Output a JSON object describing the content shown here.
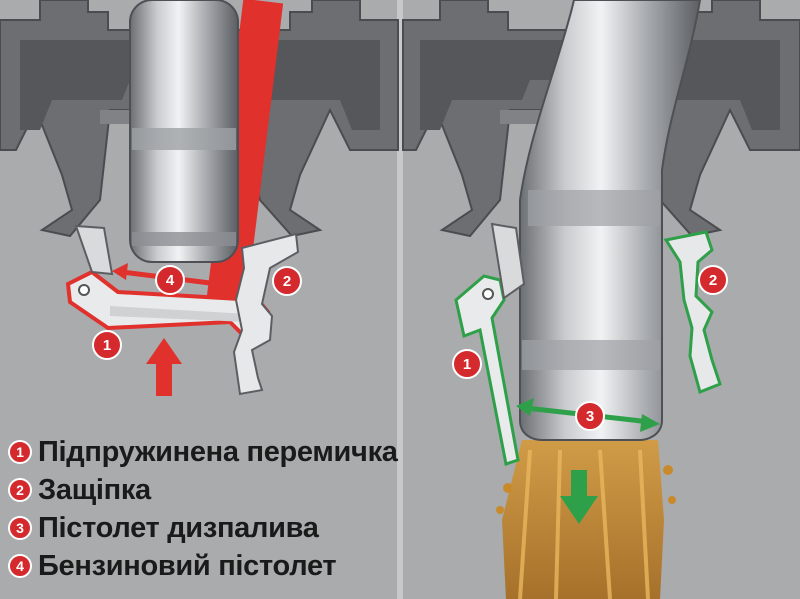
{
  "colors": {
    "background": "#a9abad",
    "housing_dark": "#5f6164",
    "housing_mid": "#8b8d90",
    "marker_red": "#d42a2e",
    "highlight_red": "#e0312d",
    "highlight_green": "#2fa04a",
    "fuel_amber": "#c98a2b"
  },
  "left_panel": {
    "markers": [
      "1",
      "2",
      "4"
    ],
    "description_icons": [
      "nozzle-icon",
      "spring-flap-icon",
      "latch-icon",
      "double-arrow-icon",
      "up-arrow-icon"
    ]
  },
  "right_panel": {
    "markers": [
      "1",
      "2",
      "3"
    ],
    "description_icons": [
      "nozzle-icon",
      "spring-flap-icon",
      "latch-icon",
      "double-arrow-icon",
      "down-arrow-icon",
      "fuel-stream-icon"
    ]
  },
  "legend": [
    {
      "number": "1",
      "label": "Підпружинена перемичка"
    },
    {
      "number": "2",
      "label": "Защіпка"
    },
    {
      "number": "3",
      "label": "Пістолет дизпалива"
    },
    {
      "number": "4",
      "label": "Бензиновий пістолет"
    }
  ]
}
